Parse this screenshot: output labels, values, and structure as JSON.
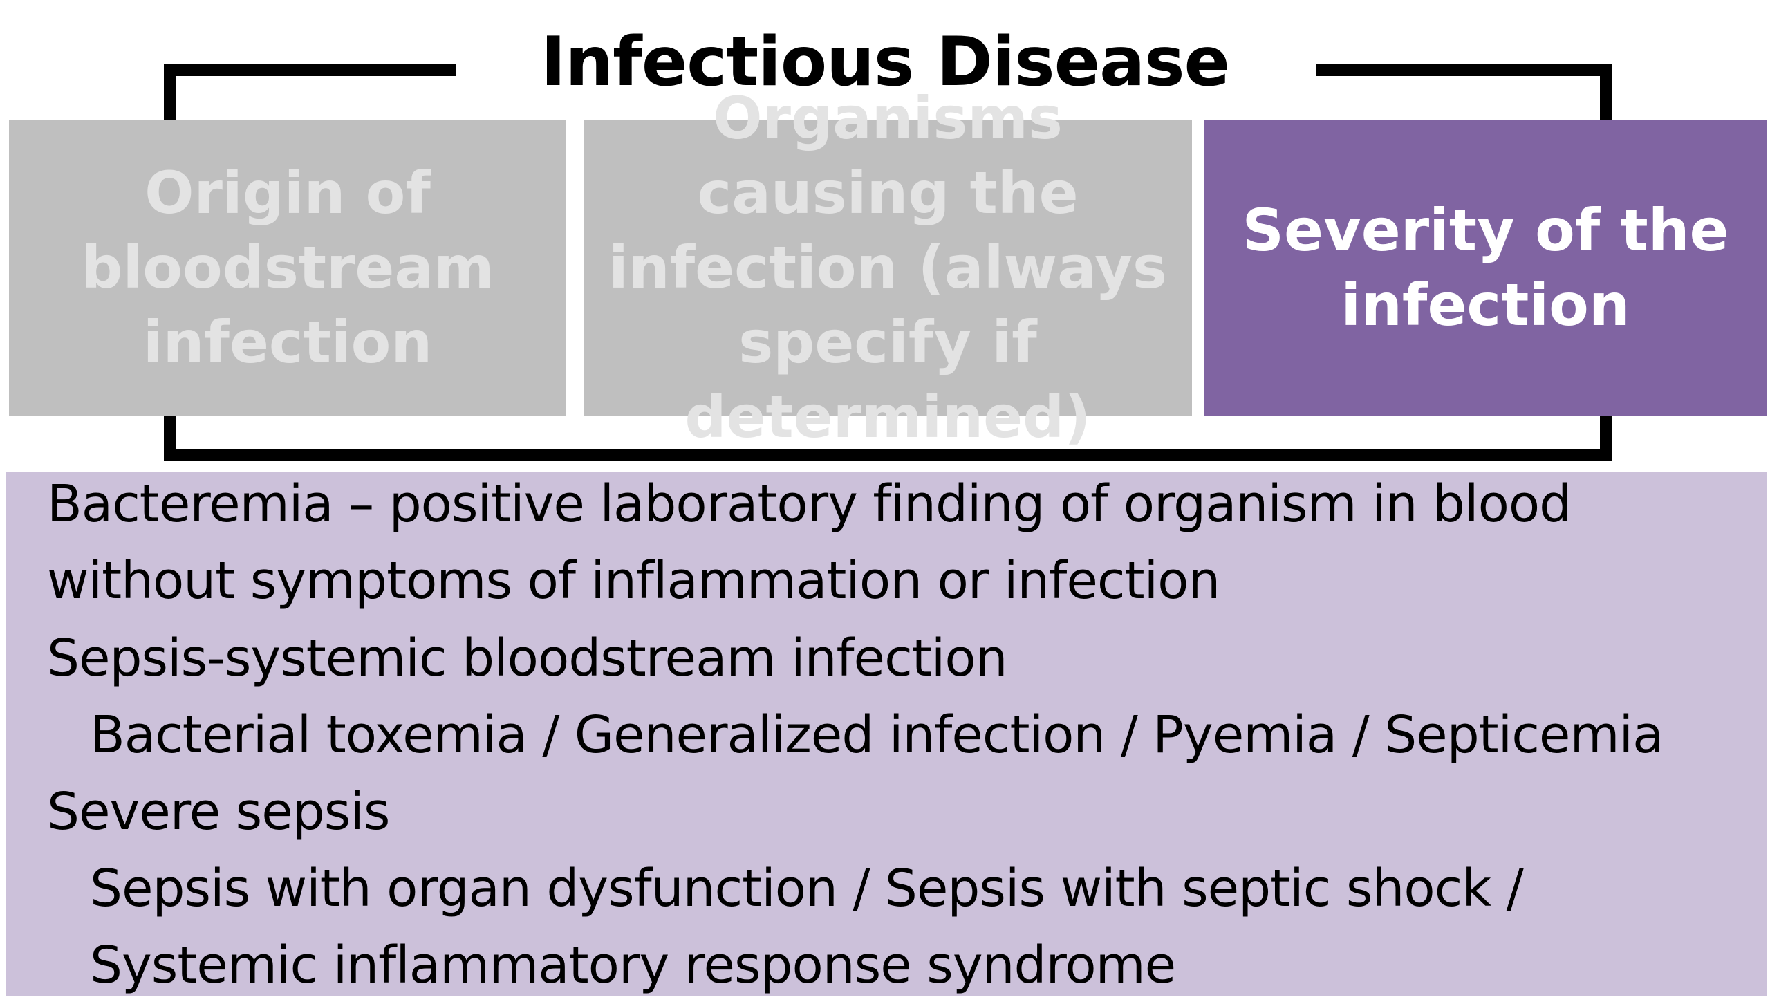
{
  "title": "Infectious Disease",
  "boxes": {
    "origin": {
      "label": "Origin of bloodstream infection"
    },
    "organisms": {
      "label": "Organisms causing the infection (always specify if determined)"
    },
    "severity": {
      "label": "Severity of the infection"
    }
  },
  "colors": {
    "gray_box": "#bfbfbf",
    "gray_text": "#e3e3e3",
    "purple_box": "#8064a2",
    "panel": "#ccc1da",
    "bracket": "#000000"
  },
  "details": {
    "lines": [
      {
        "text": "Bacteremia – positive laboratory finding of organism in blood",
        "level": 0
      },
      {
        "text": "without symptoms of inflammation or infection",
        "level": 0
      },
      {
        "text": "Sepsis-systemic bloodstream infection",
        "level": 0
      },
      {
        "text": "Bacterial toxemia / Generalized infection / Pyemia / Septicemia",
        "level": 1
      },
      {
        "text": "Severe sepsis",
        "level": 0
      },
      {
        "text": "Sepsis with organ dysfunction / Sepsis with septic shock /",
        "level": 1
      },
      {
        "text": "Systemic inflammatory response syndrome",
        "level": 1
      }
    ]
  }
}
